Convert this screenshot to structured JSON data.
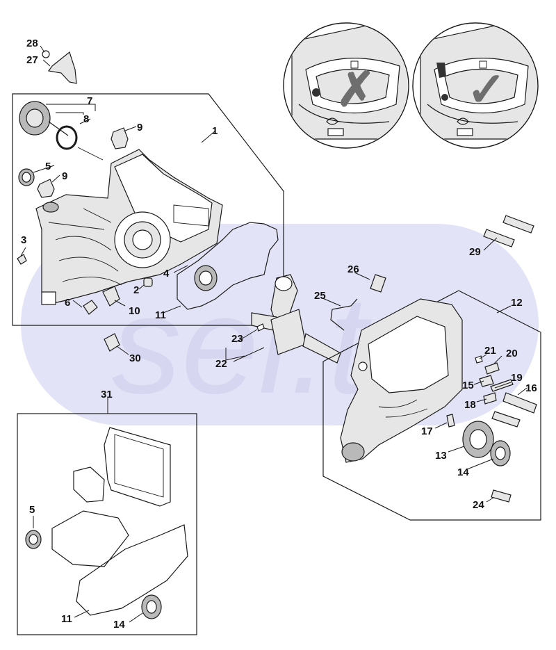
{
  "watermark": {
    "text": "sel.to",
    "color": "#dcdcf5"
  },
  "callouts": [
    {
      "id": "28",
      "label": "28"
    },
    {
      "id": "27",
      "label": "27"
    },
    {
      "id": "7",
      "label": "7"
    },
    {
      "id": "8",
      "label": "8"
    },
    {
      "id": "9a",
      "label": "9"
    },
    {
      "id": "1",
      "label": "1"
    },
    {
      "id": "5a",
      "label": "5"
    },
    {
      "id": "9b",
      "label": "9"
    },
    {
      "id": "3",
      "label": "3"
    },
    {
      "id": "4",
      "label": "4"
    },
    {
      "id": "2",
      "label": "2"
    },
    {
      "id": "10",
      "label": "10"
    },
    {
      "id": "6",
      "label": "6"
    },
    {
      "id": "11a",
      "label": "11"
    },
    {
      "id": "29",
      "label": "29"
    },
    {
      "id": "26",
      "label": "26"
    },
    {
      "id": "25",
      "label": "25"
    },
    {
      "id": "12",
      "label": "12"
    },
    {
      "id": "23",
      "label": "23"
    },
    {
      "id": "22",
      "label": "22"
    },
    {
      "id": "30",
      "label": "30"
    },
    {
      "id": "21",
      "label": "21"
    },
    {
      "id": "20",
      "label": "20"
    },
    {
      "id": "19",
      "label": "19"
    },
    {
      "id": "15",
      "label": "15"
    },
    {
      "id": "16",
      "label": "16"
    },
    {
      "id": "18",
      "label": "18"
    },
    {
      "id": "17",
      "label": "17"
    },
    {
      "id": "13",
      "label": "13"
    },
    {
      "id": "14a",
      "label": "14"
    },
    {
      "id": "24",
      "label": "24"
    },
    {
      "id": "31",
      "label": "31"
    },
    {
      "id": "5b",
      "label": "5"
    },
    {
      "id": "11b",
      "label": "11"
    },
    {
      "id": "14b",
      "label": "14"
    }
  ],
  "insets": {
    "wrong": {
      "mark": "✗",
      "color": "#6e6e6e"
    },
    "right": {
      "mark": "✓",
      "color": "#6e6e6e"
    }
  }
}
